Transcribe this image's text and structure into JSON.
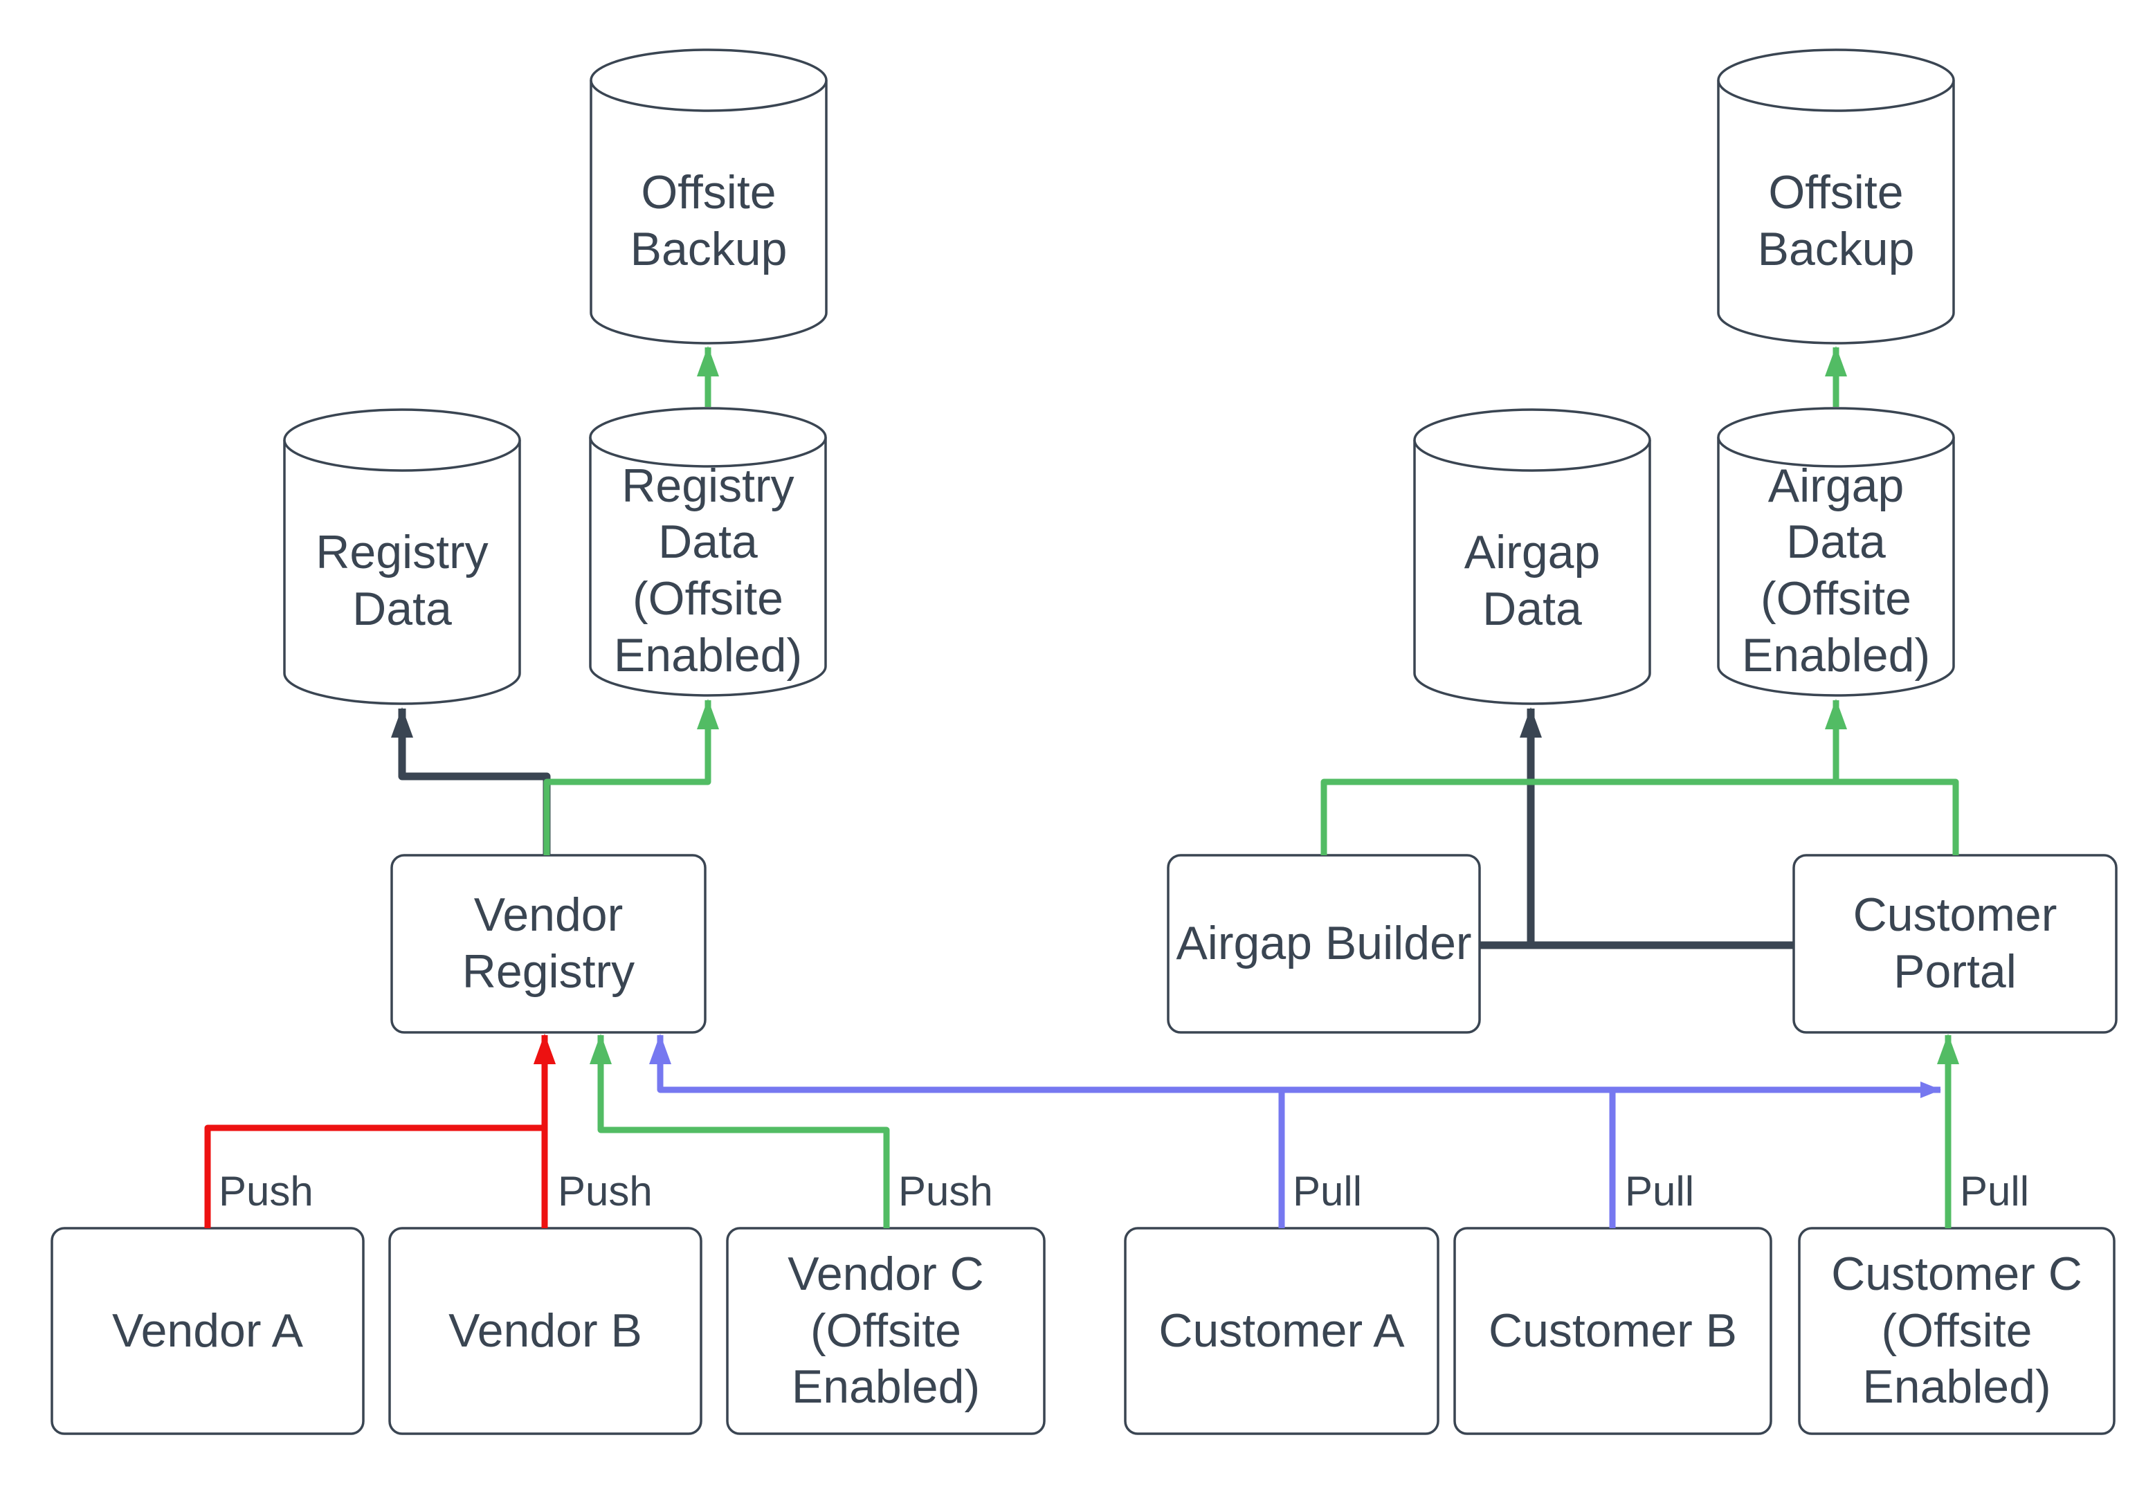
{
  "colors": {
    "background": "#FFFFFF",
    "shape_stroke": "#3A4552",
    "text": "#3A4552",
    "push_red": "#ED1111",
    "offsite_green": "#52BC64",
    "pull_blue": "#7678F0"
  },
  "nodes": {
    "offsite_backup_left": {
      "label": "Offsite Backup",
      "type": "cylinder"
    },
    "registry_data": {
      "label": "Registry Data",
      "type": "cylinder"
    },
    "registry_data_offsite": {
      "label": "Registry Data (Offsite Enabled)",
      "type": "cylinder"
    },
    "vendor_registry": {
      "label": "Vendor Registry",
      "type": "box"
    },
    "vendor_a": {
      "label": "Vendor A",
      "type": "box"
    },
    "vendor_b": {
      "label": "Vendor B",
      "type": "box"
    },
    "vendor_c": {
      "label": "Vendor C (Offsite Enabled)",
      "type": "box"
    },
    "offsite_backup_right": {
      "label": "Offsite Backup",
      "type": "cylinder"
    },
    "airgap_data": {
      "label": "Airgap Data",
      "type": "cylinder"
    },
    "airgap_data_offsite": {
      "label": "Airgap Data (Offsite Enabled)",
      "type": "cylinder"
    },
    "airgap_builder": {
      "label": "Airgap Builder",
      "type": "box"
    },
    "customer_portal": {
      "label": "Customer Portal",
      "type": "box"
    },
    "customer_a": {
      "label": "Customer A",
      "type": "box"
    },
    "customer_b": {
      "label": "Customer B",
      "type": "box"
    },
    "customer_c": {
      "label": "Customer C (Offsite Enabled)",
      "type": "box"
    }
  },
  "edge_labels": {
    "vendor_a_push": "Push",
    "vendor_b_push": "Push",
    "vendor_c_push": "Push",
    "customer_a_pull": "Pull",
    "customer_b_pull": "Pull",
    "customer_c_pull": "Pull"
  },
  "edges": [
    {
      "from": "vendor_a",
      "to": "vendor_registry",
      "color": "push_red",
      "label": "Push"
    },
    {
      "from": "vendor_b",
      "to": "vendor_registry",
      "color": "push_red",
      "label": "Push"
    },
    {
      "from": "vendor_c",
      "to": "vendor_registry",
      "color": "offsite_green",
      "label": "Push"
    },
    {
      "from": "customer_a",
      "to": "vendor_registry",
      "color": "pull_blue",
      "label": "Pull"
    },
    {
      "from": "customer_b",
      "to": "vendor_registry",
      "color": "pull_blue",
      "label": "Pull"
    },
    {
      "from": "customer_c",
      "to": "customer_portal",
      "color": "offsite_green",
      "label": "Pull"
    },
    {
      "from": "vendor_registry",
      "to": "registry_data",
      "color": "shape_stroke"
    },
    {
      "from": "vendor_registry",
      "to": "registry_data_offsite",
      "color": "offsite_green"
    },
    {
      "from": "registry_data_offsite",
      "to": "offsite_backup_left",
      "color": "offsite_green"
    },
    {
      "from": "airgap_builder",
      "to": "airgap_data",
      "color": "shape_stroke"
    },
    {
      "from": "customer_portal",
      "to": "airgap_data",
      "color": "shape_stroke"
    },
    {
      "from": "airgap_builder",
      "to": "airgap_data_offsite",
      "color": "offsite_green"
    },
    {
      "from": "customer_portal",
      "to": "airgap_data_offsite",
      "color": "offsite_green"
    },
    {
      "from": "airgap_data_offsite",
      "to": "offsite_backup_right",
      "color": "offsite_green"
    }
  ]
}
